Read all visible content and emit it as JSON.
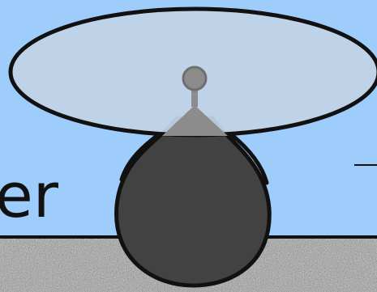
{
  "diagram": {
    "partial_label": "er",
    "colors": {
      "sky": "#9fcdfb",
      "disc_fill": "#c0d3e6",
      "disc_stroke": "#111111",
      "body_fill": "#424242",
      "mount": "#8c8c8c",
      "ground_base": "#9a9a9a",
      "ground_dark": "#5b5b5b",
      "ground_light": "#d5d5d5"
    },
    "icons": {
      "disc": "tilted-ellipse-disc",
      "body": "teardrop-body",
      "mount": "ball-pivot-mount",
      "ground": "granite-texture"
    }
  }
}
